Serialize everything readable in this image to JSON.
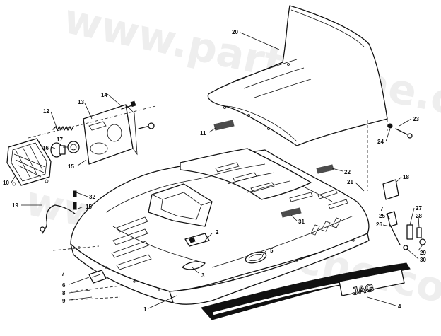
{
  "watermark": "www.partsfiche.com",
  "emblem_text": "JAG",
  "callouts": [
    {
      "id": "c1",
      "label": "1"
    },
    {
      "id": "c2",
      "label": "2"
    },
    {
      "id": "c3",
      "label": "3"
    },
    {
      "id": "c4",
      "label": "4"
    },
    {
      "id": "c5",
      "label": "5"
    },
    {
      "id": "c6",
      "label": "6"
    },
    {
      "id": "c7a",
      "label": "7"
    },
    {
      "id": "c7b",
      "label": "7"
    },
    {
      "id": "c8",
      "label": "8"
    },
    {
      "id": "c9",
      "label": "9"
    },
    {
      "id": "c10",
      "label": "10"
    },
    {
      "id": "c11",
      "label": "11"
    },
    {
      "id": "c12",
      "label": "12"
    },
    {
      "id": "c13",
      "label": "13"
    },
    {
      "id": "c14",
      "label": "14"
    },
    {
      "id": "c15a",
      "label": "15"
    },
    {
      "id": "c15b",
      "label": "15"
    },
    {
      "id": "c16",
      "label": "16"
    },
    {
      "id": "c17",
      "label": "17"
    },
    {
      "id": "c18",
      "label": "18"
    },
    {
      "id": "c19",
      "label": "19"
    },
    {
      "id": "c20",
      "label": "20"
    },
    {
      "id": "c21",
      "label": "21"
    },
    {
      "id": "c22",
      "label": "22"
    },
    {
      "id": "c23",
      "label": "23"
    },
    {
      "id": "c24",
      "label": "24"
    },
    {
      "id": "c25",
      "label": "25"
    },
    {
      "id": "c26",
      "label": "26"
    },
    {
      "id": "c27",
      "label": "27"
    },
    {
      "id": "c28",
      "label": "28"
    },
    {
      "id": "c29",
      "label": "29"
    },
    {
      "id": "c30",
      "label": "30"
    },
    {
      "id": "c31",
      "label": "31"
    },
    {
      "id": "c32",
      "label": "32"
    }
  ]
}
